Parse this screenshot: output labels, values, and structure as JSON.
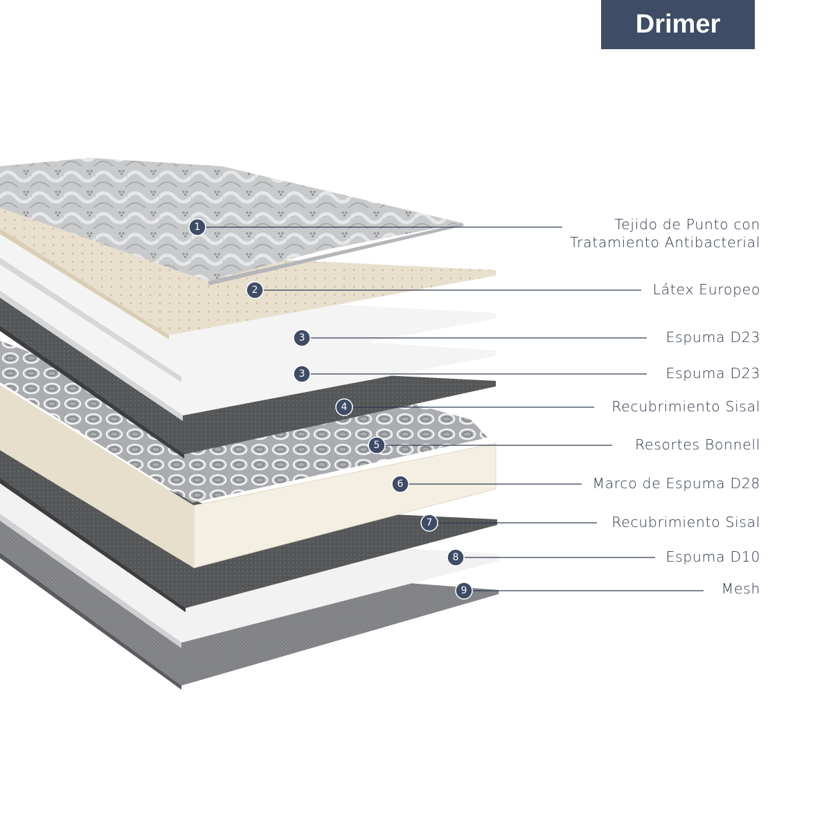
{
  "brand": {
    "logo_text": "Drimer",
    "color": "#3e4c66"
  },
  "layers": [
    {
      "number": "1",
      "label_lines": [
        "Tejido de Punto con",
        "Tratamiento Antibacterial"
      ]
    },
    {
      "number": "2",
      "label_lines": [
        "Látex Europeo"
      ]
    },
    {
      "number": "3",
      "label_lines": [
        "Espuma D23"
      ]
    },
    {
      "number": "3",
      "label_lines": [
        "Espuma D23"
      ]
    },
    {
      "number": "4",
      "label_lines": [
        "Recubrimiento Sisal"
      ]
    },
    {
      "number": "5",
      "label_lines": [
        "Resortes Bonnell"
      ]
    },
    {
      "number": "6",
      "label_lines": [
        "Marco de Espuma D28"
      ]
    },
    {
      "number": "7",
      "label_lines": [
        "Recubrimiento Sisal"
      ]
    },
    {
      "number": "8",
      "label_lines": [
        "Espuma D10"
      ]
    },
    {
      "number": "9",
      "label_lines": [
        "Mesh"
      ]
    }
  ]
}
